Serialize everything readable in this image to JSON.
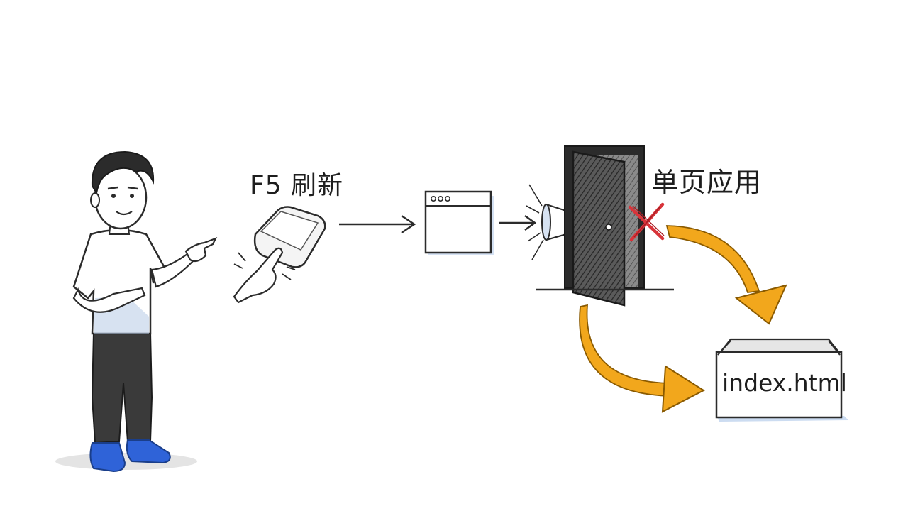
{
  "labels": {
    "refresh": "F5 刷新",
    "spa": "单页应用",
    "file": "index.html"
  },
  "colors": {
    "ink": "#2b2b2b",
    "shirt_shade": "#b7cbe6",
    "pants": "#3a3a3a",
    "shoes": "#2f63d8",
    "door": "#4a4a4a",
    "x_mark": "#d8343a",
    "curved_arrow": "#f2a71c",
    "browser_shade": "#aac4e8"
  },
  "icons": {
    "person": "person-pointing-icon",
    "key": "keyboard-key-icon",
    "browser": "browser-window-icon",
    "megaphone": "megaphone-icon",
    "door": "open-door-icon",
    "blocked": "x-mark-icon",
    "box": "open-box-icon"
  }
}
